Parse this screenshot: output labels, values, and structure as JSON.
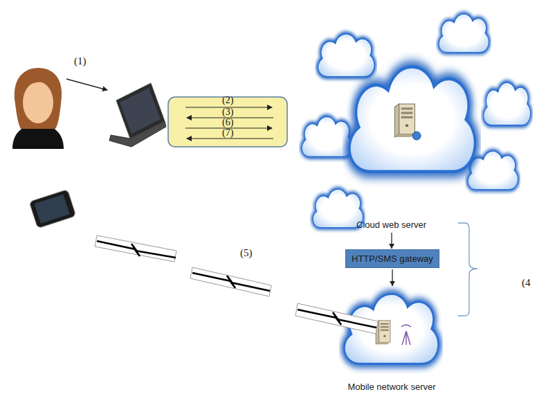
{
  "diagram": {
    "nodes": [
      {
        "text": [
          "Cloud web server"
        ]
      },
      {
        "text": [
          "HTTP/SMS gateway"
        ]
      },
      {
        "text": [
          "Mobile network server"
        ]
      }
    ],
    "edges": [
      {
        "from": 0,
        "to": 1,
        "arrow": "to"
      },
      {
        "from": 1,
        "to": 2,
        "arrow": "to"
      }
    ],
    "labels": [
      "(1)",
      "(2)",
      "(3)",
      "(6)",
      "(7)",
      "(5)",
      "(4"
    ]
  }
}
